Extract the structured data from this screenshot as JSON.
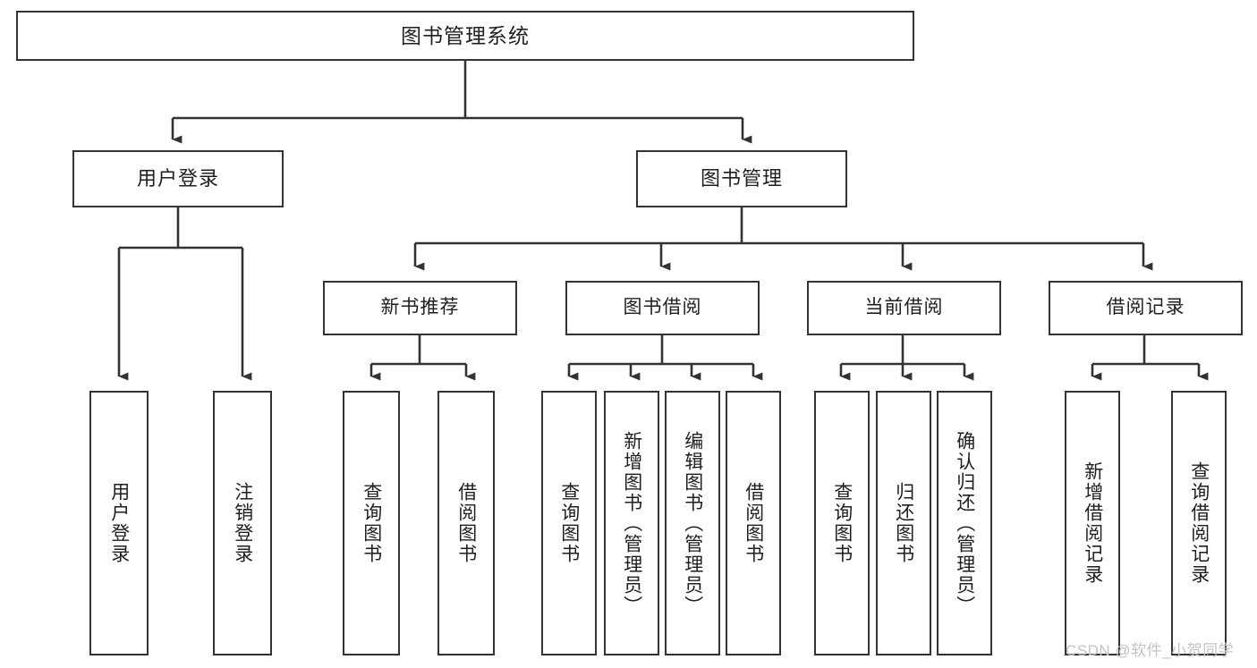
{
  "diagram": {
    "title": "图书管理系统",
    "type": "hierarchy-tree",
    "levels": 4,
    "root": {
      "label": "图书管理系统"
    },
    "level2": [
      {
        "label": "用户登录"
      },
      {
        "label": "图书管理"
      }
    ],
    "level3": [
      {
        "label": "新书推荐"
      },
      {
        "label": "图书借阅"
      },
      {
        "label": "当前借阅"
      },
      {
        "label": "借阅记录"
      }
    ],
    "leaves": [
      {
        "label": "用户登录"
      },
      {
        "label": "注销登录"
      },
      {
        "label": "查询图书"
      },
      {
        "label": "借阅图书"
      },
      {
        "label": "查询图书"
      },
      {
        "label": "新增图书（管理员）"
      },
      {
        "label": "编辑图书（管理员）"
      },
      {
        "label": "借阅图书"
      },
      {
        "label": "查询图书"
      },
      {
        "label": "归还图书"
      },
      {
        "label": "确认归还（管理员）"
      },
      {
        "label": "新增借阅记录"
      },
      {
        "label": "查询借阅记录"
      }
    ]
  },
  "watermark": {
    "text": "CSDN @软件_小贺同学"
  },
  "colors": {
    "border": "#333333",
    "background": "#ffffff",
    "text": "#1f1f1f",
    "watermark": "#c3c3c3"
  }
}
